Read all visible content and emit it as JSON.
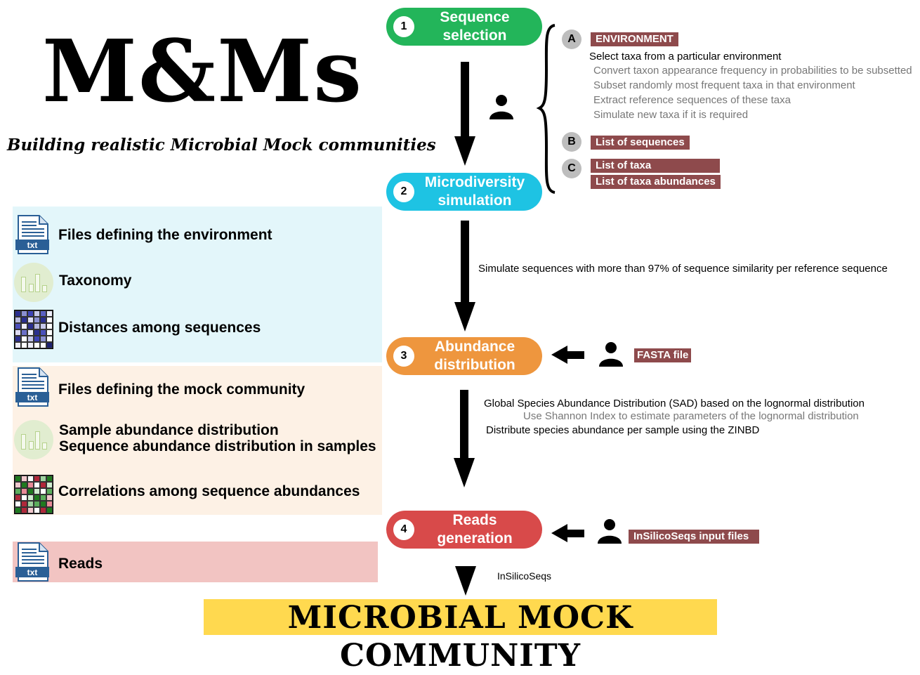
{
  "title": "M&Ms",
  "subtitle": "Building realistic Microbial Mock communities",
  "inputs": {
    "env_files": "Files defining the environment",
    "taxonomy": "Taxonomy",
    "distances": "Distances among sequences",
    "mock_files": "Files defining the mock community",
    "sample_abundance": "Sample abundance distribution",
    "sequence_abundance": "Sequence abundance distribution in samples",
    "correlations": "Correlations among sequence abundances",
    "reads": "Reads",
    "txt": "txt"
  },
  "steps": [
    {
      "num": "1",
      "label": "Sequence selection",
      "color": "#23b55a"
    },
    {
      "num": "2",
      "label": "Microdiversity simulation",
      "color": "#1ec3e3"
    },
    {
      "num": "3",
      "label": "Abundance distribution",
      "color": "#ee963e"
    },
    {
      "num": "4",
      "label": "Reads generation",
      "color": "#d84a4a"
    }
  ],
  "options": {
    "a_letter": "A",
    "a_tag": "ENVIRONMENT",
    "a_main": "Select taxa from a particular environment",
    "a_sub1": "Convert  taxon appearance frequency in probabilities to be subsetted",
    "a_sub2": "Subset randomly most frequent taxa in that environment",
    "a_sub3": "Extract reference sequences of these taxa",
    "a_sub4": "Simulate new taxa if it is required",
    "b_letter": "B",
    "b_tag": "List of sequences",
    "c_letter": "C",
    "c_tag1": "List of taxa",
    "c_tag2": "List of taxa abundances"
  },
  "notes": {
    "step2": "Simulate sequences with more than 97% of sequence similarity per reference sequence",
    "step3_main": "Global Species Abundance Distribution (SAD) based on the lognormal distribution",
    "step3_sub": "Use Shannon Index to estimate parameters of the lognormal distribution",
    "step3_main2": "Distribute species abundance per sample using the ZINBD",
    "fasta": "FASTA file",
    "insilico_input": "InSilicoSeqs input files",
    "insilico": "InSilicoSeqs"
  },
  "output": "MICROBIAL MOCK COMMUNITY",
  "colors": {
    "env_panel": "#e3f6fa",
    "mock_panel": "#fdf1e5",
    "reads_panel": "#f2c4c2",
    "tag": "#8e4a4c",
    "output": "#ffd94f"
  }
}
